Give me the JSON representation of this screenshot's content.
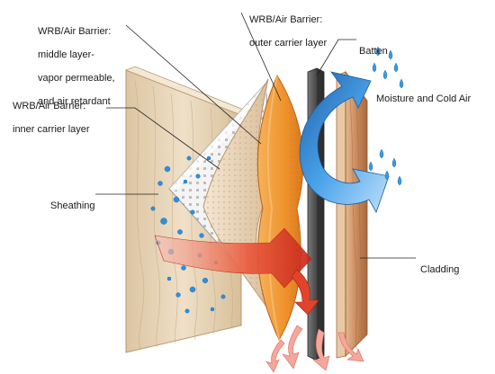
{
  "labels": {
    "wrb_middle": {
      "line1": "WRB/Air Barrier:",
      "line2": "middle layer-",
      "line3": "vapor permeable,",
      "line4": "and air retardant"
    },
    "wrb_outer": {
      "line1": "WRB/Air Barrier:",
      "line2": "outer carrier layer"
    },
    "wrb_inner": {
      "line1": "WRB/Air Barrier:",
      "line2": "inner carrier layer"
    },
    "batten": "Batten",
    "moisture": "Moisture and Cold Air",
    "sheathing": "Sheathing",
    "cladding": "Cladding"
  },
  "colors": {
    "sheathing": "#e6d3b5",
    "inner_layer": "#f1f1f1",
    "middle_layer": "#ecd9c0",
    "outer_layer": "#f2972f",
    "batten": "#555555",
    "cladding": "#c98a5c",
    "cold_air_arrow": "#3b8fd8",
    "heat_arrow": "#e2432b",
    "water": "#2f8ee0"
  }
}
